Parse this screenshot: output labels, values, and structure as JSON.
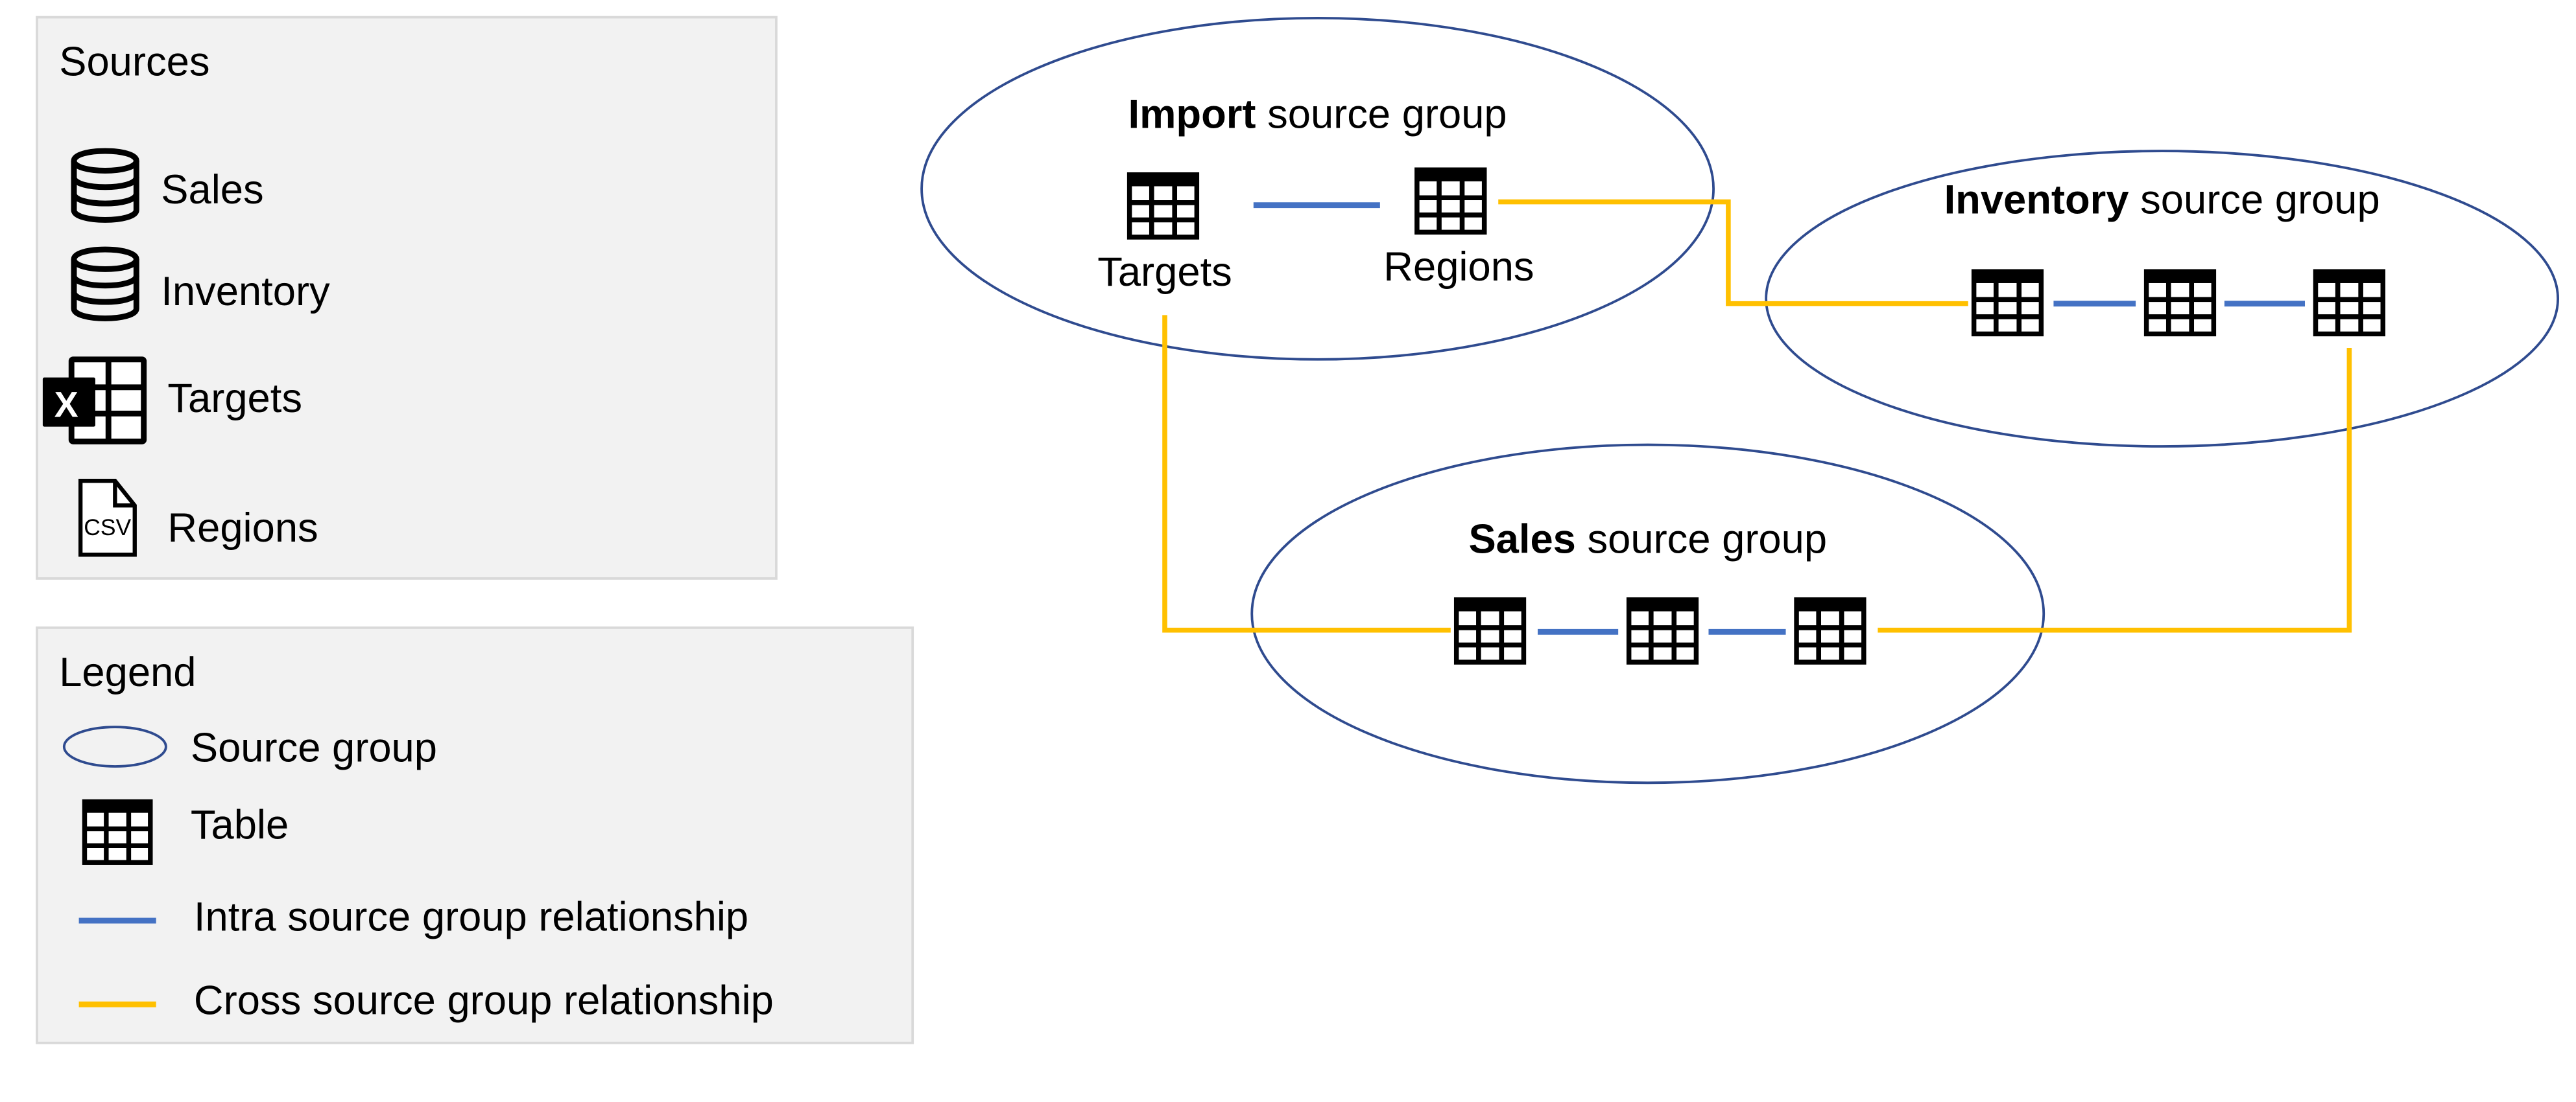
{
  "sources": {
    "title": "Sources",
    "items": [
      {
        "label": "Sales",
        "icon": "database-icon"
      },
      {
        "label": "Inventory",
        "icon": "database-icon"
      },
      {
        "label": "Targets",
        "icon": "excel-icon"
      },
      {
        "label": "Regions",
        "icon": "csv-file-icon"
      }
    ],
    "csv_icon_text": "CSV",
    "excel_icon_text": "X"
  },
  "legend": {
    "title": "Legend",
    "items": [
      {
        "label": "Source group"
      },
      {
        "label": "Table"
      },
      {
        "label": "Intra source group relationship"
      },
      {
        "label": "Cross source group relationship"
      }
    ]
  },
  "groups": {
    "import": {
      "name": "Import",
      "suffix": " source group",
      "tables": [
        "Targets",
        "Regions"
      ]
    },
    "inventory": {
      "name": "Inventory",
      "suffix": " source group"
    },
    "sales": {
      "name": "Sales",
      "suffix": " source group"
    }
  },
  "colors": {
    "source_group_outline": "#2f4b8f",
    "intra_relationship": "#4472c4",
    "cross_relationship": "#ffc000",
    "panel_background": "#f2f2f2",
    "panel_border": "#d9d9d9"
  }
}
